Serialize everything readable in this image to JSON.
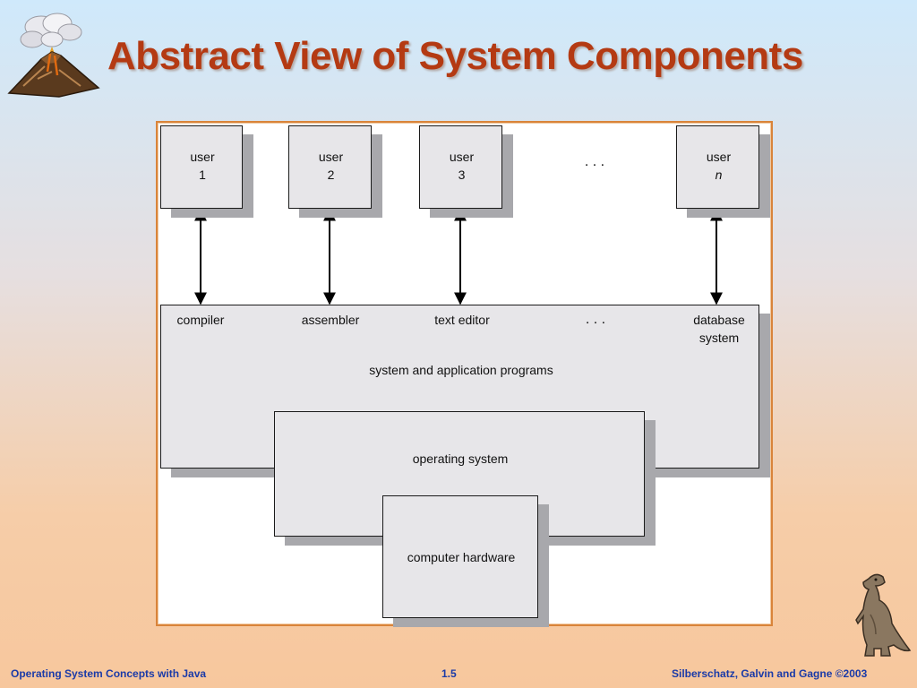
{
  "title": "Abstract View of System Components",
  "diagram": {
    "users": [
      {
        "label": "user",
        "index": "1"
      },
      {
        "label": "user",
        "index": "2"
      },
      {
        "label": "user",
        "index": "3"
      },
      {
        "label": "user",
        "index": "n"
      }
    ],
    "users_ellipsis": ". . .",
    "programs": [
      "compiler",
      "assembler",
      "text editor"
    ],
    "programs_ellipsis": ". . .",
    "program_database_line1": "database",
    "program_database_line2": "system",
    "programs_layer_label": "system and application programs",
    "os_label": "operating system",
    "hardware_label": "computer hardware"
  },
  "footer": {
    "left": "Operating System Concepts with Java",
    "center": "1.5",
    "right": "Silberschatz, Galvin and Gagne ©2003"
  },
  "colors": {
    "title": "#b43a13",
    "frame_border": "#d9843a",
    "box_fill": "#e7e6e9",
    "box_shadow": "#a8a8ac",
    "footer_text": "#1a3aa8"
  },
  "icons": [
    "volcano-logo",
    "dinosaur-mascot"
  ]
}
